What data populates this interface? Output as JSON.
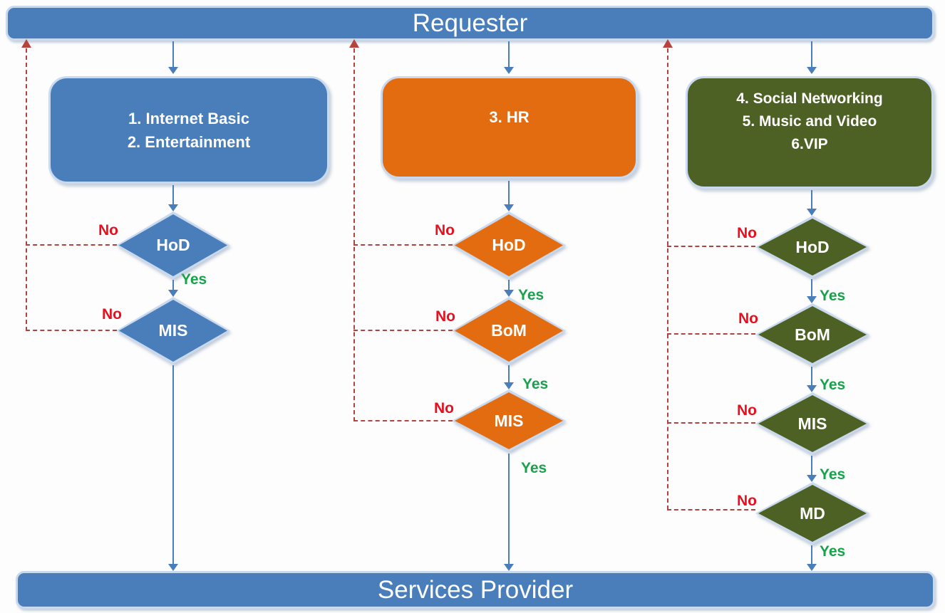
{
  "diagram": {
    "requester_label": "Requester",
    "provider_label": "Services Provider"
  },
  "colors": {
    "bar_blue": "#4a7ebb",
    "box_blue": "#4a7ebb",
    "box_orange": "#e36c10",
    "box_olive": "#4e6125",
    "light_border": "#c9d9ee",
    "arrow_blue": "#4a7ebb",
    "no_red": "#e8101f",
    "dashed_line_red": "#b04340",
    "yes_green": "#17a24b"
  },
  "columns": [
    {
      "box_lines": [
        "1. Internet Basic",
        "2. Entertainment"
      ],
      "diamonds": [
        {
          "label": "HoD",
          "no": "No",
          "yes": "Yes"
        },
        {
          "label": "MIS",
          "no": "No"
        }
      ]
    },
    {
      "box_lines": [
        "3. HR"
      ],
      "diamonds": [
        {
          "label": "HoD",
          "no": "No",
          "yes": "Yes"
        },
        {
          "label": "BoM",
          "no": "No",
          "yes": "Yes"
        },
        {
          "label": "MIS",
          "no": "No",
          "yes": "Yes"
        }
      ]
    },
    {
      "box_lines": [
        "4. Social Networking",
        "5. Music and Video",
        "6.VIP"
      ],
      "diamonds": [
        {
          "label": "HoD",
          "no": "No",
          "yes": "Yes"
        },
        {
          "label": "BoM",
          "no": "No",
          "yes": "Yes"
        },
        {
          "label": "MIS",
          "no": "No",
          "yes": "Yes"
        },
        {
          "label": "MD",
          "no": "No",
          "yes": "Yes"
        }
      ]
    }
  ]
}
